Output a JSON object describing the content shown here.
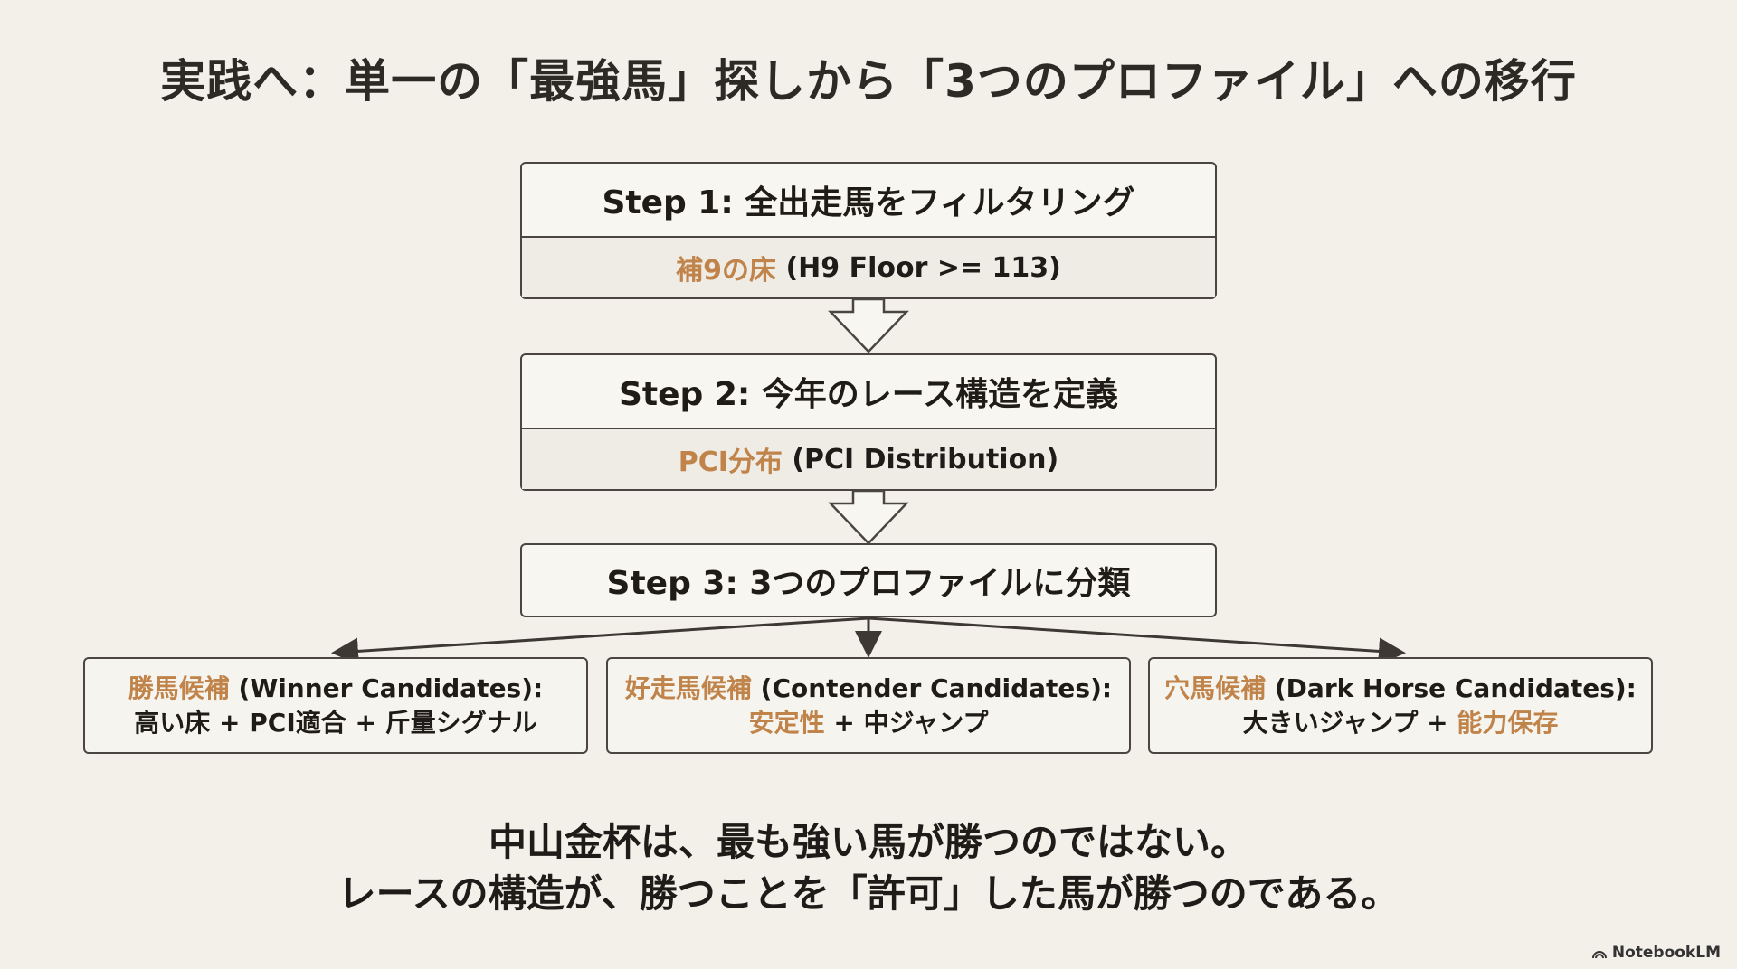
{
  "title": "実践へ：単一の「最強馬」探しから「3つのプロファイル」への移行",
  "steps": [
    {
      "label": "Step 1: 全出走馬をフィルタリング",
      "sub_accent": "補9の床",
      "sub_rest": " (H9 Floor >= 113)"
    },
    {
      "label": "Step 2: 今年のレース構造を定義",
      "sub_accent": "PCI分布",
      "sub_rest": " (PCI Distribution)"
    },
    {
      "label": "Step 3: 3つのプロファイルに分類"
    }
  ],
  "candidates": [
    {
      "name_accent": "勝馬候補",
      "name_rest": " (Winner Candidates):",
      "line2": [
        {
          "t": "高い床 + PCI適合 + 斤量シグナル",
          "accent": false
        }
      ]
    },
    {
      "name_accent": "好走馬候補",
      "name_rest": " (Contender Candidates):",
      "line2": [
        {
          "t": "安定性",
          "accent": true
        },
        {
          "t": " + 中ジャンプ",
          "accent": false
        }
      ]
    },
    {
      "name_accent": "穴馬候補",
      "name_rest": " (Dark Horse Candidates):",
      "line2": [
        {
          "t": "大きいジャンプ + ",
          "accent": false
        },
        {
          "t": "能力保存",
          "accent": true
        }
      ]
    }
  ],
  "conclusion": {
    "line1": "中山金杯は、最も強い馬が勝つのではない。",
    "line2": "レースの構造が、勝つことを「許可」した馬が勝つのである。"
  },
  "brand": "NotebookLM",
  "colors": {
    "accent": "#c0834a",
    "background": "#f3f0ea"
  }
}
